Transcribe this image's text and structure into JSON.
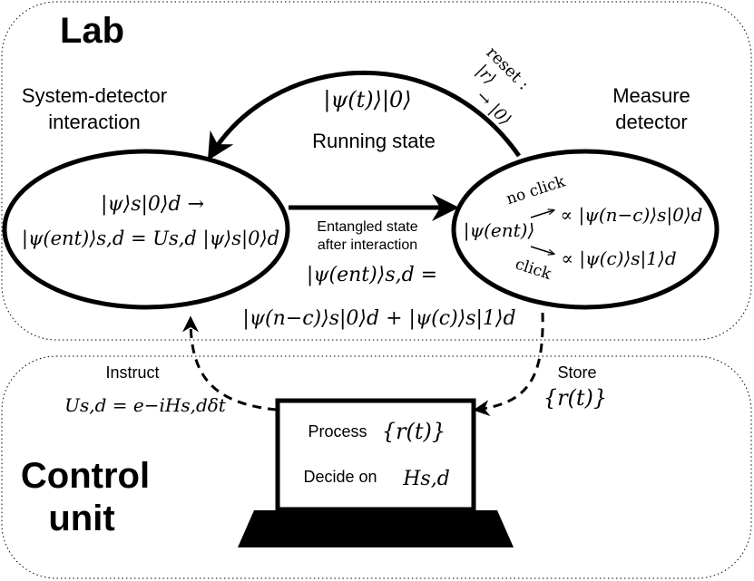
{
  "lab": {
    "title": "Lab",
    "interaction_heading": [
      "System-detector",
      "interaction"
    ],
    "measure_heading": [
      "Measure",
      "detector"
    ],
    "running_state": "Running state",
    "psi_zero": "|ψ(t)⟩|0⟩",
    "reset_label": "reset :",
    "reset_formula_r": "|r⟩",
    "reset_formula_to": "→ |0⟩",
    "interaction_formula_line1": "|ψ⟩s|0⟩d →",
    "interaction_formula_line2": "|ψ(ent)⟩s,d = Us,d |ψ⟩s|0⟩d",
    "entangled_caption": [
      "Entangled state",
      "after interaction"
    ],
    "entangled_formula_line1": "|ψ(ent)⟩s,d =",
    "entangled_formula_line2": "|ψ(n−c)⟩s|0⟩d + |ψ(c)⟩s|1⟩d",
    "measure_psi": "|ψ(ent)⟩",
    "no_click": "no click",
    "click": "click",
    "no_click_result": "∝ |ψ(n−c)⟩s|0⟩d",
    "click_result": "∝ |ψ(c)⟩s|1⟩d"
  },
  "control": {
    "title": [
      "Control",
      "unit"
    ],
    "instruct_label": "Instruct",
    "instruct_formula": "Us,d = e−iHs,dδt",
    "store_label": "Store",
    "store_formula": "{r(t)}",
    "process_label": "Process",
    "process_formula": "{r(t)}",
    "decide_label": "Decide on",
    "decide_formula": "Hs,d"
  }
}
